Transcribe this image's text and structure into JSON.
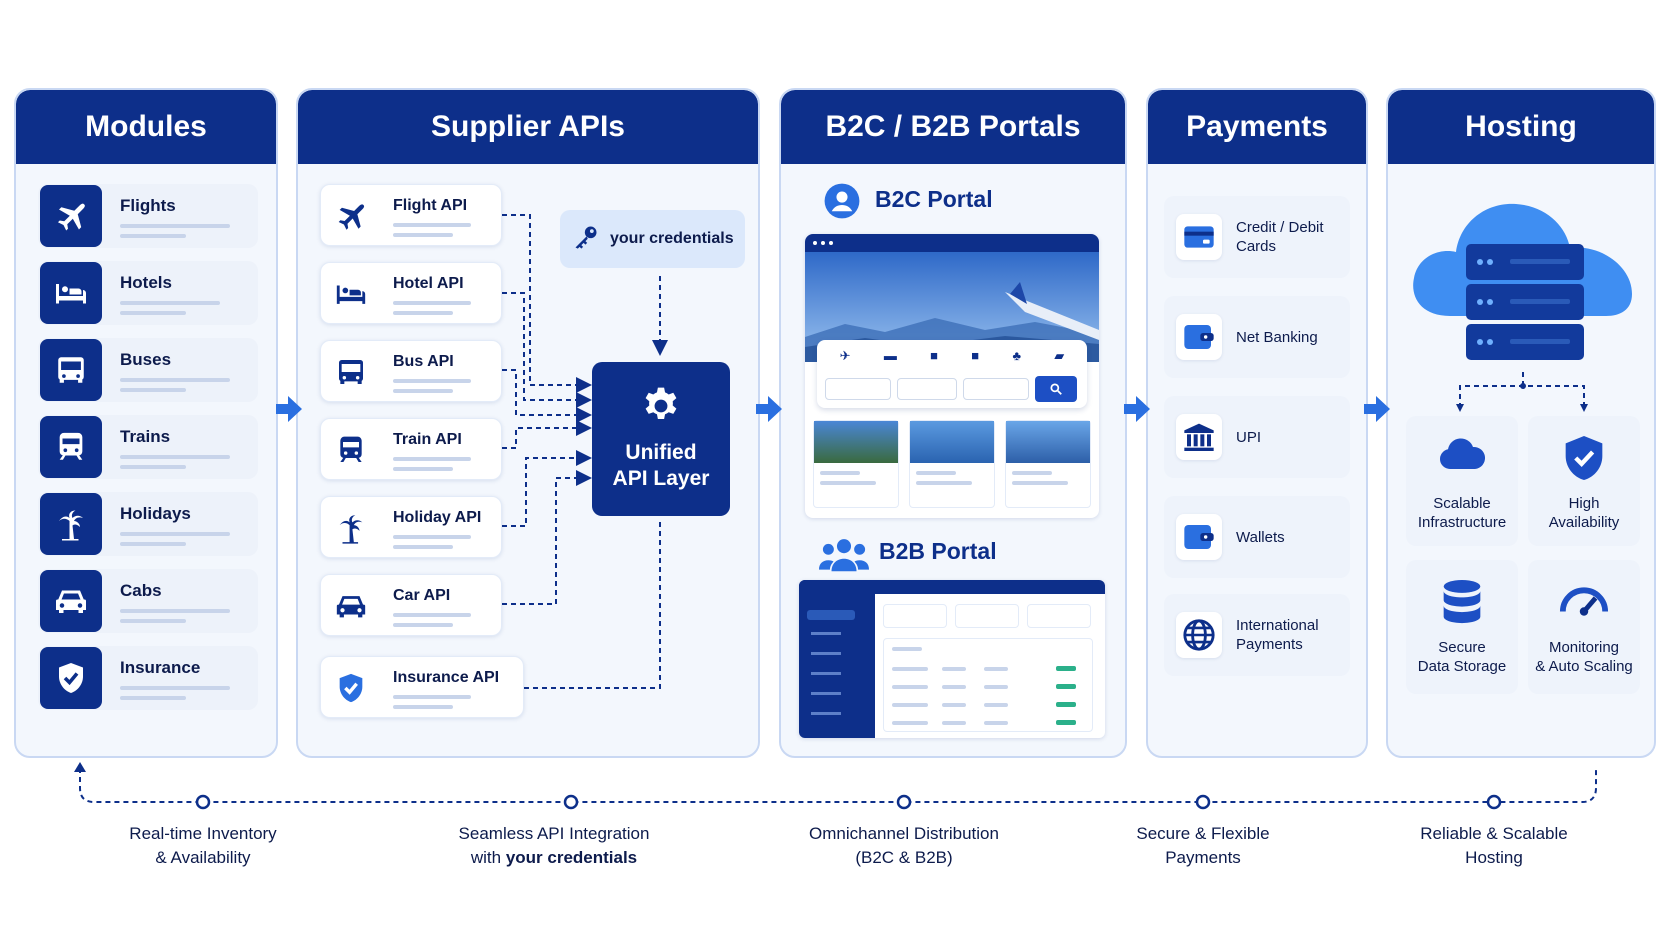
{
  "colors": {
    "navy": "#0d2f8a",
    "blue": "#2a6fe0",
    "light": "#f3f7fd",
    "accent": "#3f8ef2"
  },
  "modules": {
    "title": "Modules",
    "items": [
      {
        "label": "Flights",
        "icon": "plane-icon"
      },
      {
        "label": "Hotels",
        "icon": "bed-icon"
      },
      {
        "label": "Buses",
        "icon": "bus-icon"
      },
      {
        "label": "Trains",
        "icon": "train-icon"
      },
      {
        "label": "Holidays",
        "icon": "palm-tree-icon"
      },
      {
        "label": "Cabs",
        "icon": "car-icon"
      },
      {
        "label": "Insurance",
        "icon": "shield-check-icon"
      }
    ]
  },
  "supplier": {
    "title": "Supplier APIs",
    "items": [
      {
        "label": "Flight API",
        "icon": "plane-icon"
      },
      {
        "label": "Hotel API",
        "icon": "bed-icon"
      },
      {
        "label": "Bus API",
        "icon": "bus-icon"
      },
      {
        "label": "Train API",
        "icon": "train-icon"
      },
      {
        "label": "Holiday API",
        "icon": "palm-tree-icon"
      },
      {
        "label": "Car API",
        "icon": "car-icon"
      },
      {
        "label": "Insurance API",
        "icon": "shield-check-icon"
      }
    ],
    "credentials": "your credentials",
    "unified_line1": "Unified",
    "unified_line2": "API Layer"
  },
  "portals": {
    "title": "B2C / B2B Portals",
    "b2c": "B2C Portal",
    "b2b": "B2B Portal"
  },
  "payments": {
    "title": "Payments",
    "items": [
      {
        "line1": "Credit / Debit",
        "line2": "Cards",
        "icon": "card-icon"
      },
      {
        "line1": "Net Banking",
        "line2": "",
        "icon": "wallet-icon"
      },
      {
        "line1": "UPI",
        "line2": "",
        "icon": "bank-icon"
      },
      {
        "line1": "Wallets",
        "line2": "",
        "icon": "wallet-icon"
      },
      {
        "line1": "International",
        "line2": "Payments",
        "icon": "globe-icon"
      }
    ]
  },
  "hosting": {
    "title": "Hosting",
    "items": [
      {
        "line1": "Scalable",
        "line2": "Infrastructure",
        "icon": "cloud-icon"
      },
      {
        "line1": "High",
        "line2": "Availability",
        "icon": "shield-check-icon"
      },
      {
        "line1": "Secure",
        "line2": "Data Storage",
        "icon": "database-icon"
      },
      {
        "line1": "Monitoring",
        "line2": "& Auto Scaling",
        "icon": "gauge-icon"
      }
    ]
  },
  "benefits": [
    {
      "line1": "Real-time Inventory",
      "line2": "& Availability"
    },
    {
      "line1": "Seamless API Integration",
      "line2a": "with ",
      "line2b": "your credentials"
    },
    {
      "line1": "Omnichannel Distribution",
      "line2": "(B2C & B2B)"
    },
    {
      "line1": "Secure & Flexible",
      "line2": "Payments"
    },
    {
      "line1": "Reliable & Scalable",
      "line2": "Hosting"
    }
  ]
}
